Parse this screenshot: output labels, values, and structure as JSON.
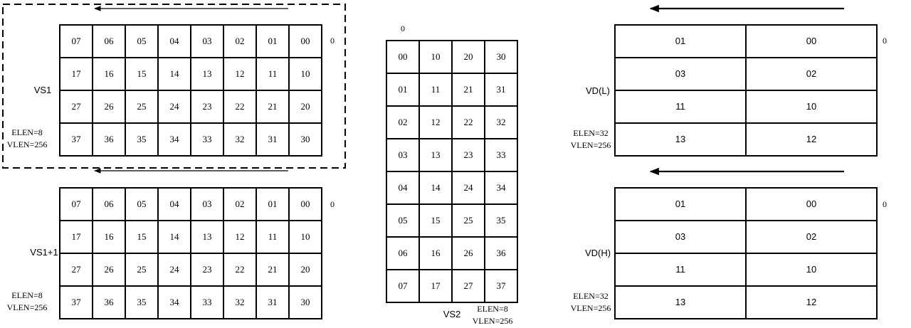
{
  "vs1": {
    "label": "VS1",
    "elen": "ELEN=8",
    "vlen": "VLEN=256",
    "index0": "0",
    "rows": [
      [
        "07",
        "06",
        "05",
        "04",
        "03",
        "02",
        "01",
        "00"
      ],
      [
        "17",
        "16",
        "15",
        "14",
        "13",
        "12",
        "11",
        "10"
      ],
      [
        "27",
        "26",
        "25",
        "24",
        "23",
        "22",
        "21",
        "20"
      ],
      [
        "37",
        "36",
        "35",
        "34",
        "33",
        "32",
        "31",
        "30"
      ]
    ]
  },
  "vs1p1": {
    "label": "VS1+1",
    "elen": "ELEN=8",
    "vlen": "VLEN=256",
    "index0": "0",
    "rows": [
      [
        "07",
        "06",
        "05",
        "04",
        "03",
        "02",
        "01",
        "00"
      ],
      [
        "17",
        "16",
        "15",
        "14",
        "13",
        "12",
        "11",
        "10"
      ],
      [
        "27",
        "26",
        "25",
        "24",
        "23",
        "22",
        "21",
        "20"
      ],
      [
        "37",
        "36",
        "35",
        "34",
        "33",
        "32",
        "31",
        "30"
      ]
    ]
  },
  "vs2": {
    "label": "VS2",
    "elen": "ELEN=8",
    "vlen": "VLEN=256",
    "index0": "0",
    "rows": [
      [
        "00",
        "10",
        "20",
        "30"
      ],
      [
        "01",
        "11",
        "21",
        "31"
      ],
      [
        "02",
        "12",
        "22",
        "32"
      ],
      [
        "03",
        "13",
        "23",
        "33"
      ],
      [
        "04",
        "14",
        "24",
        "34"
      ],
      [
        "05",
        "15",
        "25",
        "35"
      ],
      [
        "06",
        "16",
        "26",
        "36"
      ],
      [
        "07",
        "17",
        "27",
        "37"
      ]
    ]
  },
  "vdl": {
    "label": "VD(L)",
    "elen": "ELEN=32",
    "vlen": "VLEN=256",
    "index0": "0",
    "rows": [
      [
        "01",
        "00"
      ],
      [
        "03",
        "02"
      ],
      [
        "11",
        "10"
      ],
      [
        "13",
        "12"
      ]
    ]
  },
  "vdh": {
    "label": "VD(H)",
    "elen": "ELEN=32",
    "vlen": "VLEN=256",
    "index0": "0",
    "rows": [
      [
        "01",
        "00"
      ],
      [
        "03",
        "02"
      ],
      [
        "11",
        "10"
      ],
      [
        "13",
        "12"
      ]
    ]
  }
}
